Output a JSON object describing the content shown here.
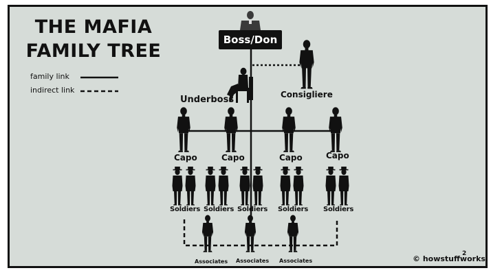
{
  "title": {
    "line1": "THE MAFIA",
    "line2": "FAMILY TREE"
  },
  "legend": {
    "family": "family link",
    "indirect": "indirect link"
  },
  "nodes": {
    "boss": "Boss/Don",
    "consigliere": "Consigliere",
    "underboss": "Underboss",
    "capos": [
      "Capo",
      "Capo",
      "Capo",
      "Capo"
    ],
    "soldiers": [
      "Soldiers",
      "Soldiers",
      "Soldiers",
      "Soldiers",
      "Soldiers"
    ],
    "associates": [
      "Associates",
      "Associates",
      "Associates"
    ]
  },
  "credit": "© howstuffworks",
  "colors": {
    "background": "#d6dcd8",
    "ink": "#111111",
    "label_on_dark": "#ffffff"
  },
  "icons": [
    "standing-man-icon",
    "seated-man-icon",
    "fedora-man-icon"
  ]
}
